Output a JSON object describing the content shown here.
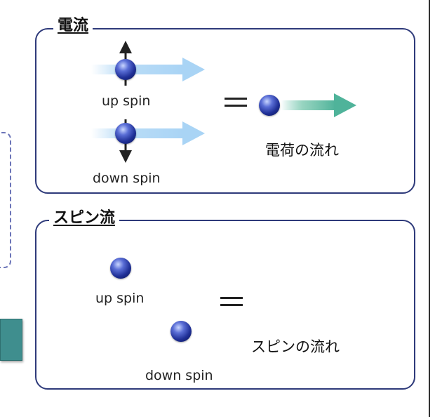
{
  "current_section": {
    "title": "電流",
    "up_label": "up spin",
    "down_label": "down spin",
    "equals": "＝",
    "result_label": "電荷の流れ"
  },
  "spin_current_section": {
    "title": "スピン流",
    "up_label": "up spin",
    "down_label": "down spin",
    "equals": "＝",
    "result_label": "スピンの流れ"
  },
  "colors": {
    "border": "#2e3a7a",
    "flow_arrow": "#a9d4f5",
    "charge_arrow": "#5fbfa8",
    "spin_arrow": "#e8543a",
    "teal_button": "#3f8e8e"
  }
}
